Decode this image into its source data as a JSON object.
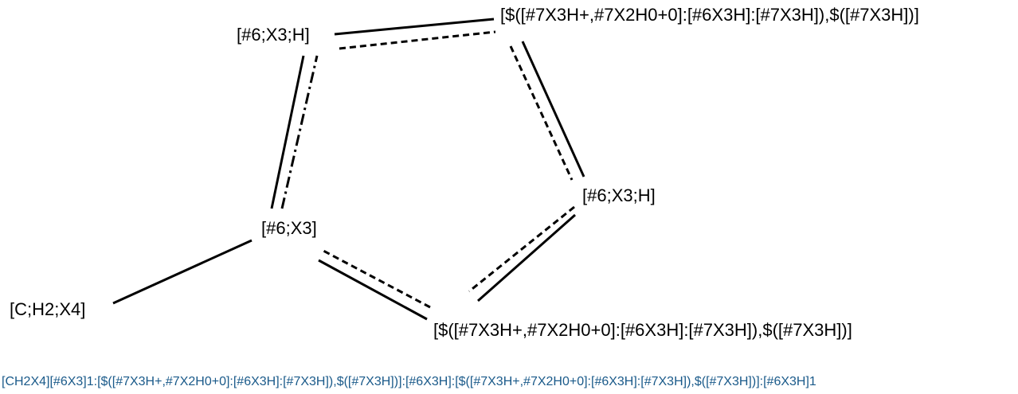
{
  "atoms": {
    "ch2": "[C;H2;X4]",
    "c_sub": "[#6;X3]",
    "c_top": "[#6;X3;H]",
    "n_top": "[$([#7X3H+,#7X2H0+0]:[#6X3H]:[#7X3H]),$([#7X3H])]",
    "c_right": "[#6;X3;H]",
    "n_bottom": "[$([#7X3H+,#7X2H0+0]:[#6X3H]:[#7X3H]),$([#7X3H])]"
  },
  "bonds": [
    {
      "from": "ch2",
      "to": "c_sub",
      "style": "single"
    },
    {
      "from": "c_sub",
      "to": "c_top",
      "style": "single-dashdot"
    },
    {
      "from": "c_top",
      "to": "n_top",
      "style": "single-dashed"
    },
    {
      "from": "n_top",
      "to": "c_right",
      "style": "single-dashed"
    },
    {
      "from": "c_right",
      "to": "n_bottom",
      "style": "single-dashed"
    },
    {
      "from": "n_bottom",
      "to": "c_sub",
      "style": "single-dashed"
    }
  ],
  "smarts": "[CH2X4][#6X3]1:[$([#7X3H+,#7X2H0+0]:[#6X3H]:[#7X3H]),$([#7X3H])]:[#6X3H]:[$([#7X3H+,#7X2H0+0]:[#6X3H]:[#7X3H]),$([#7X3H])]:[#6X3H]1"
}
